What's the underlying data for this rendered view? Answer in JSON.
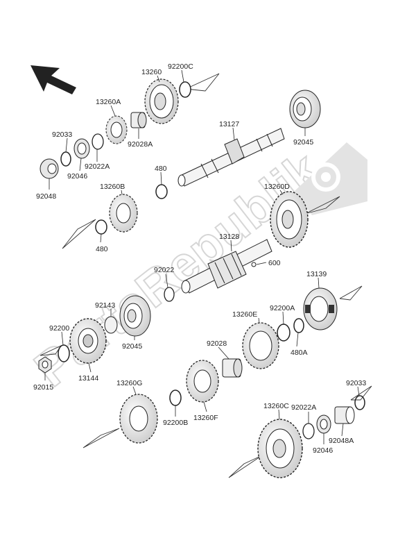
{
  "watermark": {
    "text": "PartsRepublik",
    "color": "#d8d8d8"
  },
  "direction_arrow": {
    "icon": "front-direction-arrow-icon"
  },
  "colors": {
    "line": "#222222",
    "part_fill": "#f2f2f2",
    "part_shade": "#bdbdbd",
    "background": "#ffffff"
  },
  "labels": {
    "p13260": "13260",
    "p92200C": "92200C",
    "p13260A": "13260A",
    "p92033_top": "92033",
    "p92028A": "92028A",
    "p92022A_top": "92022A",
    "p92046_top": "92046",
    "p92048": "92048",
    "p13127": "13127",
    "p92045_top": "92045",
    "p480_top": "480",
    "p13260B": "13260B",
    "p480_bottom": "480",
    "p13260D": "13260D",
    "p13128": "13128",
    "p600": "600",
    "p92022": "92022",
    "p92143": "92143",
    "p92045_bottom": "92045",
    "p13139": "13139",
    "p13260E": "13260E",
    "p92200A": "92200A",
    "p480A": "480A",
    "p92200": "92200",
    "p92015": "92015",
    "p13144": "13144",
    "p92028": "92028",
    "p13260G": "13260G",
    "p92200B": "92200B",
    "p13260F": "13260F",
    "p92033_bottom": "92033",
    "p13260C": "13260C",
    "p92022A_bottom": "92022A",
    "p92048A": "92048A",
    "p92046_bottom": "92046"
  }
}
